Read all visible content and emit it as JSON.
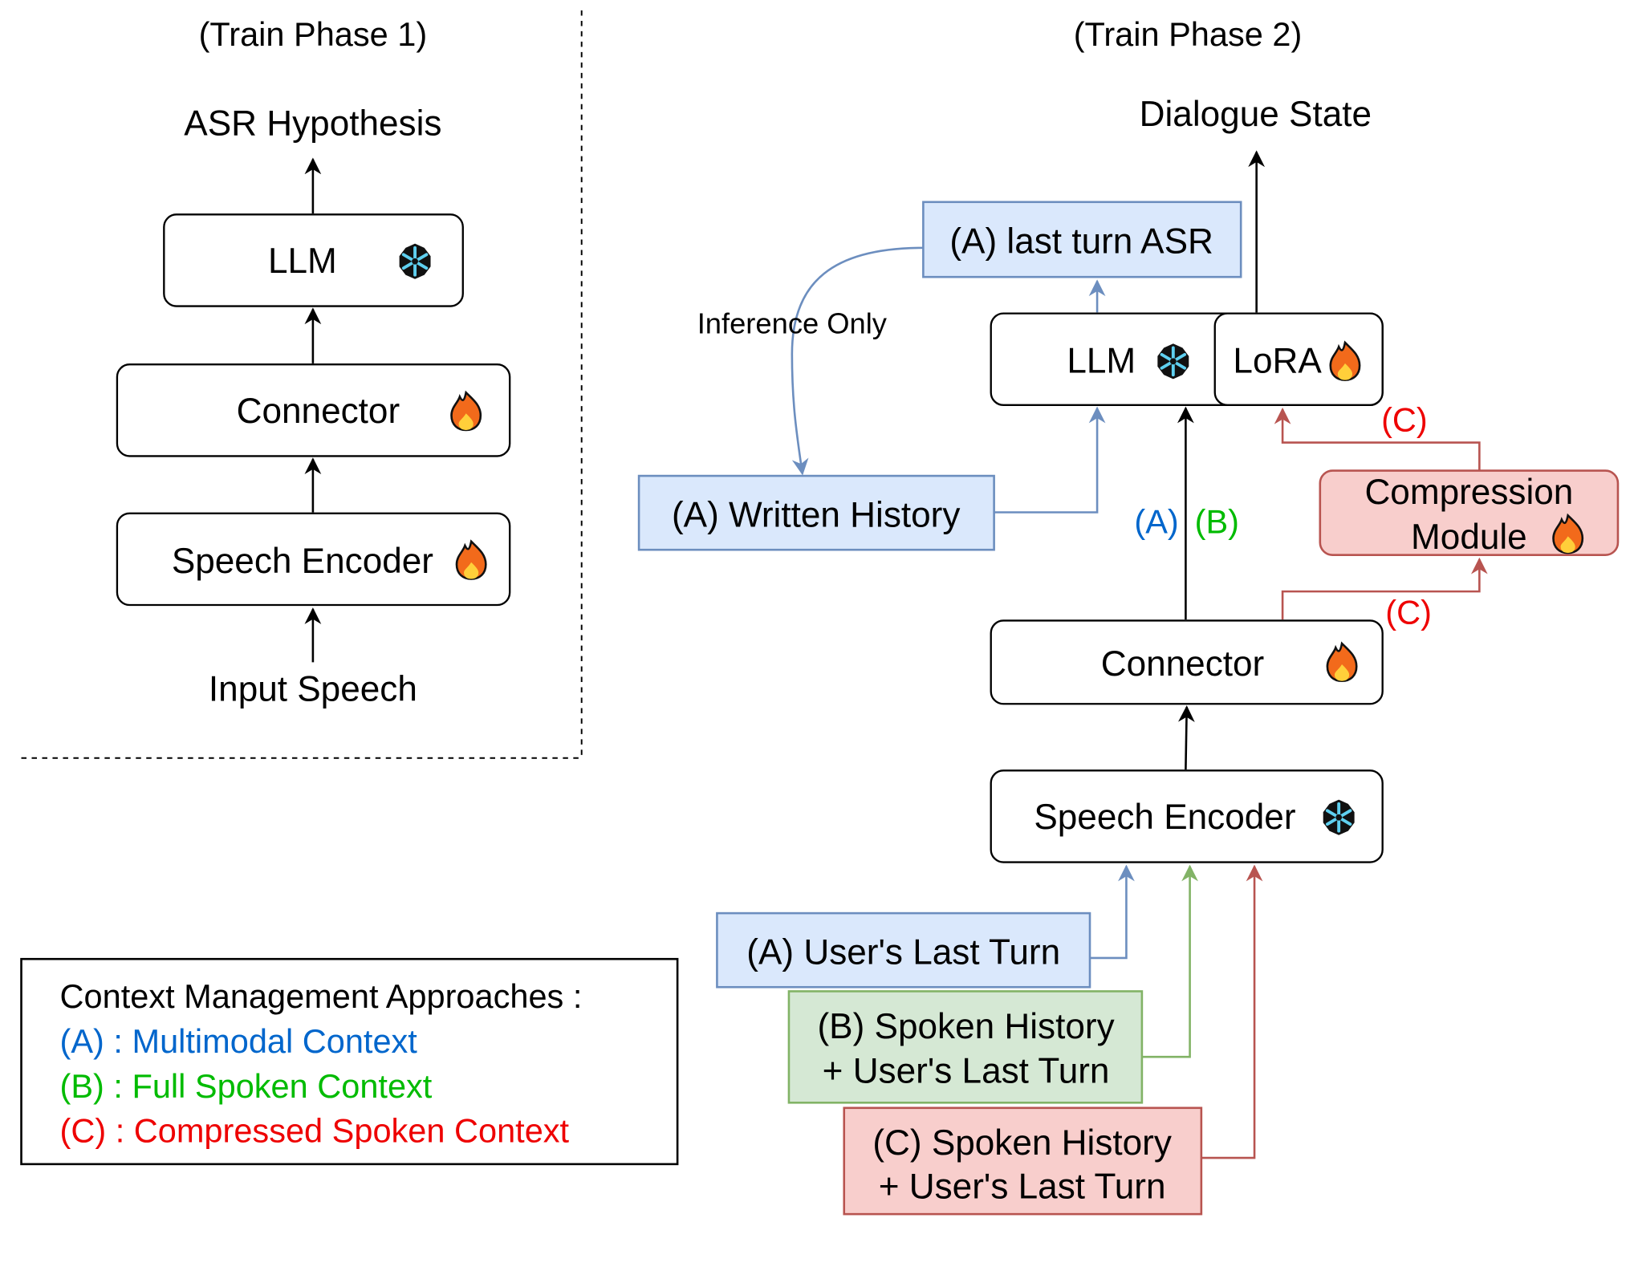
{
  "phase1": {
    "title": "(Train Phase 1)",
    "output": "ASR Hypothesis",
    "llm": "LLM",
    "connector": "Connector",
    "encoder": "Speech Encoder",
    "input": "Input Speech"
  },
  "phase2": {
    "title": "(Train Phase 2)",
    "output": "Dialogue State",
    "last_turn_asr": "(A) last turn ASR",
    "inference_only": "Inference Only",
    "llm": "LLM",
    "lora": "LoRA",
    "written_history": "(A) Written History",
    "label_a": "(A)",
    "label_b": "(B)",
    "label_c1": "(C)",
    "label_c2": "(C)",
    "compression_line1": "Compression",
    "compression_line2": "Module",
    "connector": "Connector",
    "encoder": "Speech Encoder",
    "input_a": "(A) User's Last Turn",
    "input_b_line1": "(B) Spoken History",
    "input_b_line2": "+ User's Last Turn",
    "input_c_line1": "(C) Spoken History",
    "input_c_line2": "+ User's Last Turn"
  },
  "legend": {
    "title": "Context Management Approaches :",
    "items": [
      {
        "label": "(A) : Multimodal Context",
        "color": "#0066cc"
      },
      {
        "label": "(B) : Full Spoken Context",
        "color": "#00bb00"
      },
      {
        "label": "(C) : Compressed Spoken Context",
        "color": "#ee0000"
      }
    ]
  },
  "icons": {
    "frozen": "snowflake-icon",
    "trainable": "fire-icon"
  },
  "colors": {
    "a": "#0066cc",
    "b": "#00bb00",
    "c": "#ee0000"
  }
}
